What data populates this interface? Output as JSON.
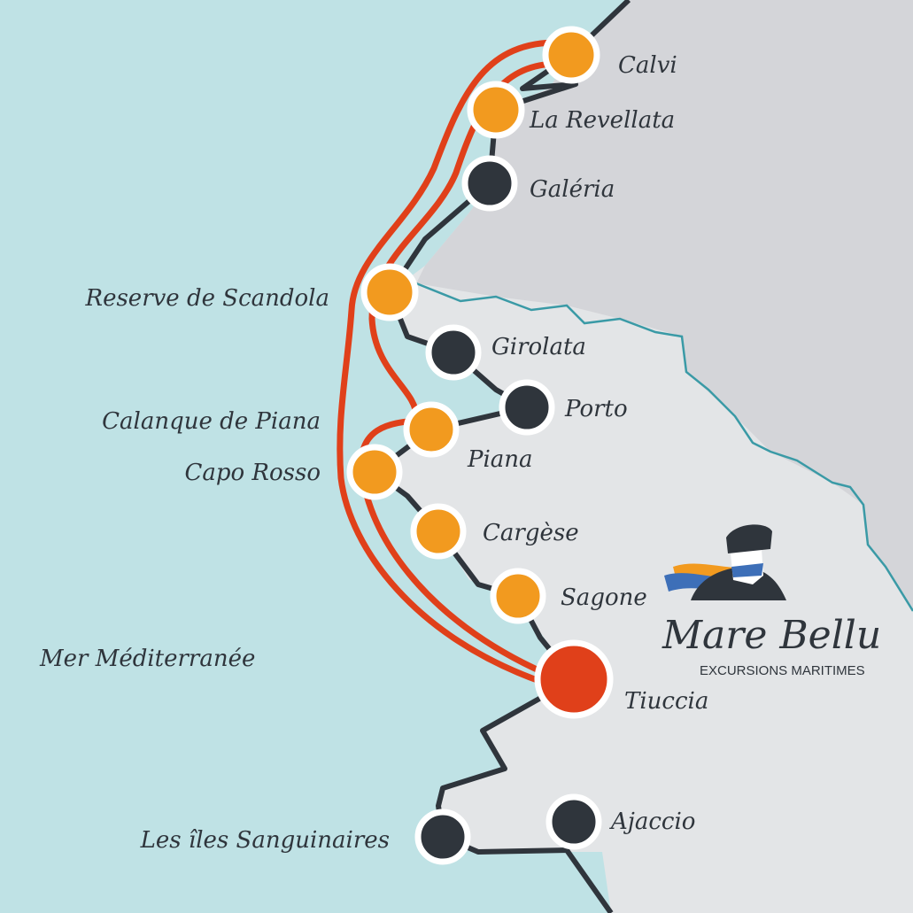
{
  "map": {
    "sea_label": "Mer Méditerranée",
    "colors": {
      "sea": "#bfe2e5",
      "land": "#e3e5e7",
      "land_north": "#d4d5d9",
      "border": "#3a9aa6",
      "coast": "#2f353c",
      "route": "#e0401a",
      "stop_orange": "#f29a1f",
      "stop_dark": "#2f353c",
      "stop_main": "#e0401a"
    },
    "places": [
      {
        "name": "Calvi",
        "type": "stop"
      },
      {
        "name": "La Revellata",
        "type": "stop"
      },
      {
        "name": "Galéria",
        "type": "town"
      },
      {
        "name": "Reserve de Scandola",
        "type": "stop"
      },
      {
        "name": "Girolata",
        "type": "town"
      },
      {
        "name": "Porto",
        "type": "town"
      },
      {
        "name": "Calanque de Piana",
        "type": "stop"
      },
      {
        "name": "Piana",
        "type": "town"
      },
      {
        "name": "Capo Rosso",
        "type": "stop"
      },
      {
        "name": "Cargèse",
        "type": "stop"
      },
      {
        "name": "Sagone",
        "type": "stop"
      },
      {
        "name": "Tiuccia",
        "type": "departure"
      },
      {
        "name": "Les îles Sanguinaires",
        "type": "town"
      },
      {
        "name": "Ajaccio",
        "type": "town"
      }
    ]
  },
  "logo": {
    "title": "Mare Bellu",
    "subtitle": "EXCURSIONS MARITIMES"
  }
}
